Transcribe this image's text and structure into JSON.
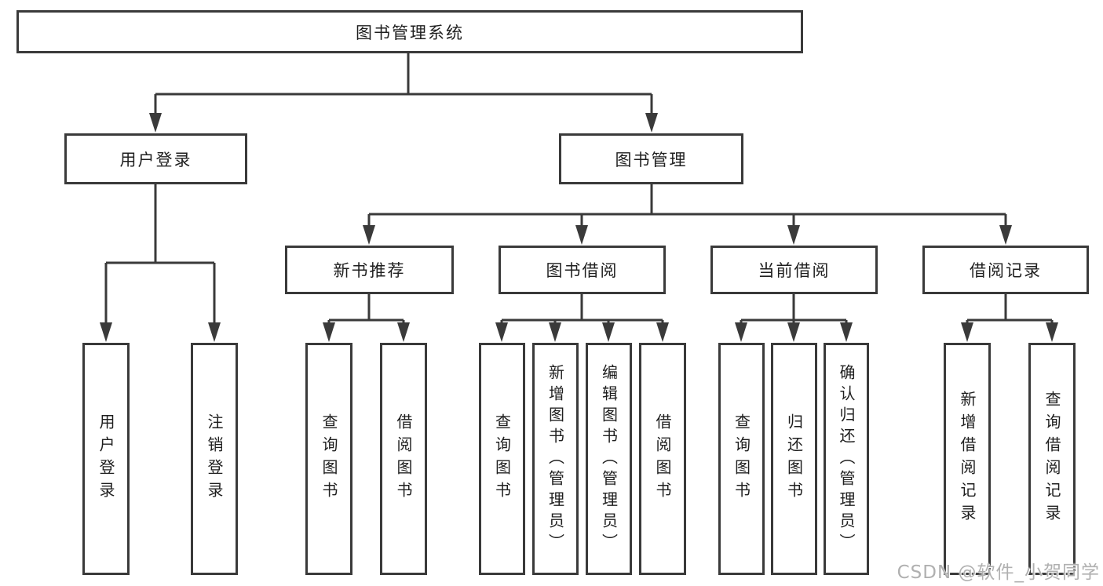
{
  "diagram": {
    "title": "图书管理系统",
    "branches": [
      {
        "label": "用户登录",
        "children": [
          {
            "label": "用户登录"
          },
          {
            "label": "注销登录"
          }
        ]
      },
      {
        "label": "图书管理",
        "children": [
          {
            "label": "新书推荐",
            "children": [
              {
                "label": "查询图书"
              },
              {
                "label": "借阅图书"
              }
            ]
          },
          {
            "label": "图书借阅",
            "children": [
              {
                "label": "查询图书"
              },
              {
                "label": "新增图书（管理员）"
              },
              {
                "label": "编辑图书（管理员）"
              },
              {
                "label": "借阅图书"
              }
            ]
          },
          {
            "label": "当前借阅",
            "children": [
              {
                "label": "查询图书"
              },
              {
                "label": "归还图书"
              },
              {
                "label": "确认归还（管理员）"
              }
            ]
          },
          {
            "label": "借阅记录",
            "children": [
              {
                "label": "新增借阅记录"
              },
              {
                "label": "查询借阅记录"
              }
            ]
          }
        ]
      }
    ]
  },
  "watermark": {
    "text": "CSDN @软件_小贺同学",
    "color": "#b0b0b0"
  },
  "colors": {
    "line": "#3a3a3a",
    "text": "#1f1f1f",
    "background": "#ffffff"
  }
}
